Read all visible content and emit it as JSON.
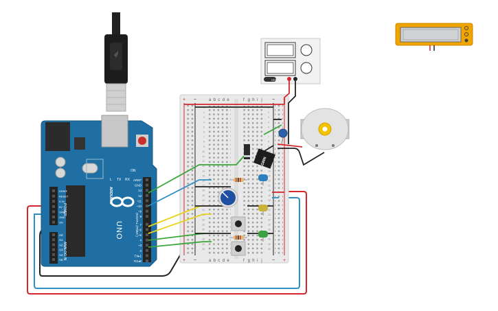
{
  "arduino": {
    "board_name": "UNO",
    "brand": "ARDUINO",
    "digital_label": "DIGITAL (PWM~)",
    "power_label": "POWER",
    "analog_label": "ANALOG IN",
    "on_label": "ON",
    "tx_label": "TX",
    "rx_label": "RX",
    "l_label": "L",
    "digital_pins": [
      "AREF",
      "GND",
      "13",
      "12",
      "~11",
      "~10",
      "~9",
      "8",
      "7",
      "~6",
      "~5",
      "4",
      "~3",
      "2",
      "TX▸1",
      "RX◂0"
    ],
    "power_pins": [
      "IOREF",
      "RESET",
      "3.3V",
      "5V",
      "GND",
      "GND",
      "Vin"
    ],
    "analog_pins": [
      "A0",
      "A1",
      "A2",
      "A3",
      "A4",
      "A5"
    ]
  },
  "breadboard": {
    "cols_left": [
      "a",
      "b",
      "c",
      "d",
      "e"
    ],
    "cols_right": [
      "f",
      "g",
      "h",
      "i",
      "j"
    ],
    "rail_plus": "+",
    "rail_minus": "−",
    "row_numbers": [
      "1",
      "2",
      "3",
      "4",
      "5",
      "6",
      "7",
      "8",
      "9",
      "10",
      "11",
      "12",
      "13",
      "14",
      "15",
      "16",
      "17",
      "18",
      "19",
      "20",
      "21",
      "22",
      "23",
      "24",
      "25",
      "26",
      "27",
      "28",
      "29",
      "30"
    ]
  },
  "mosfet_label": "NMOS",
  "power_supply": {
    "off_label": "OFF"
  },
  "colors": {
    "board": "#1f6fa5",
    "wire_red": "#d3252b",
    "wire_black": "#222222",
    "wire_green": "#3aa63a",
    "wire_blue": "#2d8fc5",
    "wire_yellow": "#e8d21a",
    "lcd_frame": "#f0a400",
    "led_blue": "#2e7fbf",
    "led_yellow": "#c9b33a",
    "led_green": "#3aa040"
  }
}
